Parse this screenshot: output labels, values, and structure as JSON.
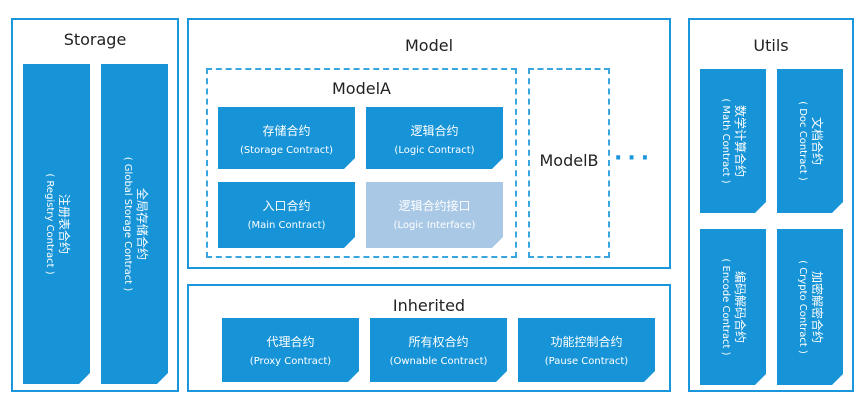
{
  "storage": {
    "title": "Storage",
    "cards": [
      {
        "zh": "注册表合约",
        "en": "( Registry Contract )"
      },
      {
        "zh": "全局存储合约",
        "en": "( Global Storage Contract )"
      }
    ]
  },
  "model": {
    "title": "Model",
    "modelA": {
      "title": "ModelA",
      "cards": [
        {
          "zh": "存储合约",
          "en": "(Storage Contract)"
        },
        {
          "zh": "逻辑合约",
          "en": "(Logic Contract)"
        },
        {
          "zh": "入口合约",
          "en": "(Main Contract)"
        },
        {
          "zh": "逻辑合约接口",
          "en": "(Logic Interface)"
        }
      ]
    },
    "modelB": {
      "title": "ModelB",
      "ellipsis": "···"
    }
  },
  "inherited": {
    "title": "Inherited",
    "cards": [
      {
        "zh": "代理合约",
        "en": "(Proxy Contract)"
      },
      {
        "zh": "所有权合约",
        "en": "(Ownable Contract)"
      },
      {
        "zh": "功能控制合约",
        "en": "(Pause Contract)"
      }
    ]
  },
  "utils": {
    "title": "Utils",
    "cards": [
      {
        "zh": "数学计算合约",
        "en": "( Math Contract )"
      },
      {
        "zh": "文档合约",
        "en": "( Doc Contract )"
      },
      {
        "zh": "编码解码合约",
        "en": "( Encode Contract )"
      },
      {
        "zh": "加密解密合约",
        "en": "( Crypto Contract )"
      }
    ]
  },
  "colors": {
    "accent": "#1a96dc",
    "card": "#1794d8",
    "card_light": "#a9c8e6"
  }
}
